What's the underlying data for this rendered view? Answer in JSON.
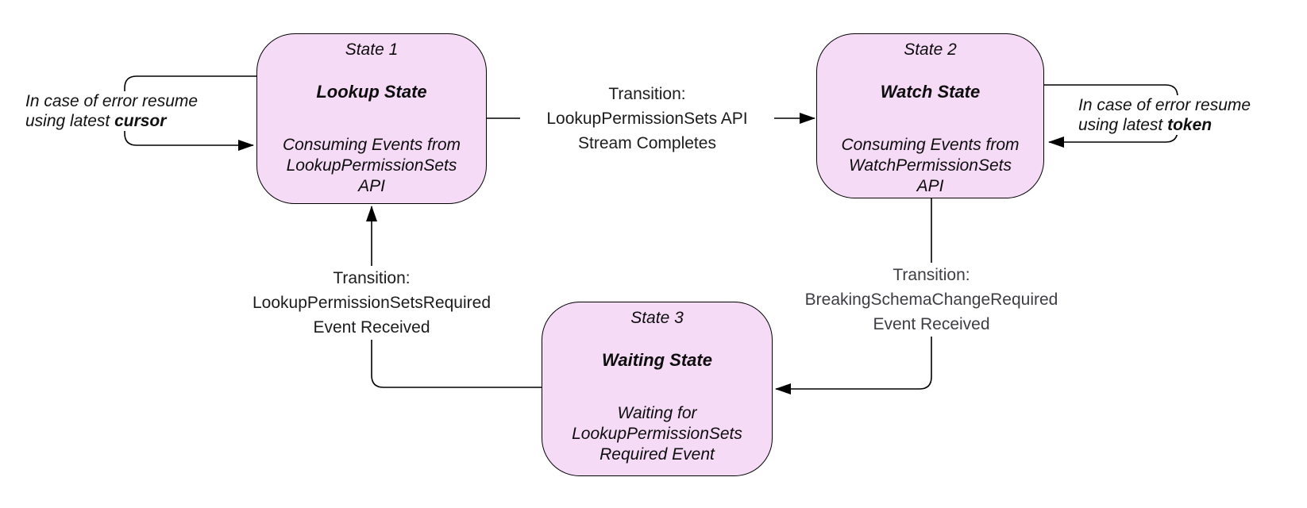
{
  "diagram": {
    "type": "state-machine",
    "background": "#ffffff",
    "colors": {
      "state_fill": "#f6dbf6",
      "state_border": "#000000",
      "connector": "#000000",
      "label_text": "#1c1c1e",
      "muted_label_text": "#3d3d43"
    },
    "states": [
      {
        "title": "State 1",
        "name": "Lookup State",
        "description": "Consuming Events from\nLookupPermissionSets\nAPI"
      },
      {
        "title": "State 2",
        "name": "Watch State",
        "description": "Consuming Events from\nWatchPermissionSets\nAPI"
      },
      {
        "title": "State 3",
        "name": "Waiting State",
        "description": "Waiting for\nLookupPermissionSets\nRequired Event"
      }
    ],
    "transitions": [
      {
        "from": "State 1",
        "to": "State 2",
        "label": "Transition:\nLookupPermissionSets API\nStream Completes"
      },
      {
        "from": "State 2",
        "to": "State 3",
        "label": "Transition:\nBreakingSchemaChangeRequired\nEvent Received"
      },
      {
        "from": "State 3",
        "to": "State 1",
        "label": "Transition:\nLookupPermissionSetsRequired\nEvent Received"
      }
    ],
    "self_loops": [
      {
        "state": "State 1",
        "line1": "In case of error resume",
        "line2_prefix": "using latest ",
        "line2_bold": "cursor"
      },
      {
        "state": "State 2",
        "line1": "In case of error resume",
        "line2_prefix": "using latest ",
        "line2_bold": "token"
      }
    ]
  }
}
